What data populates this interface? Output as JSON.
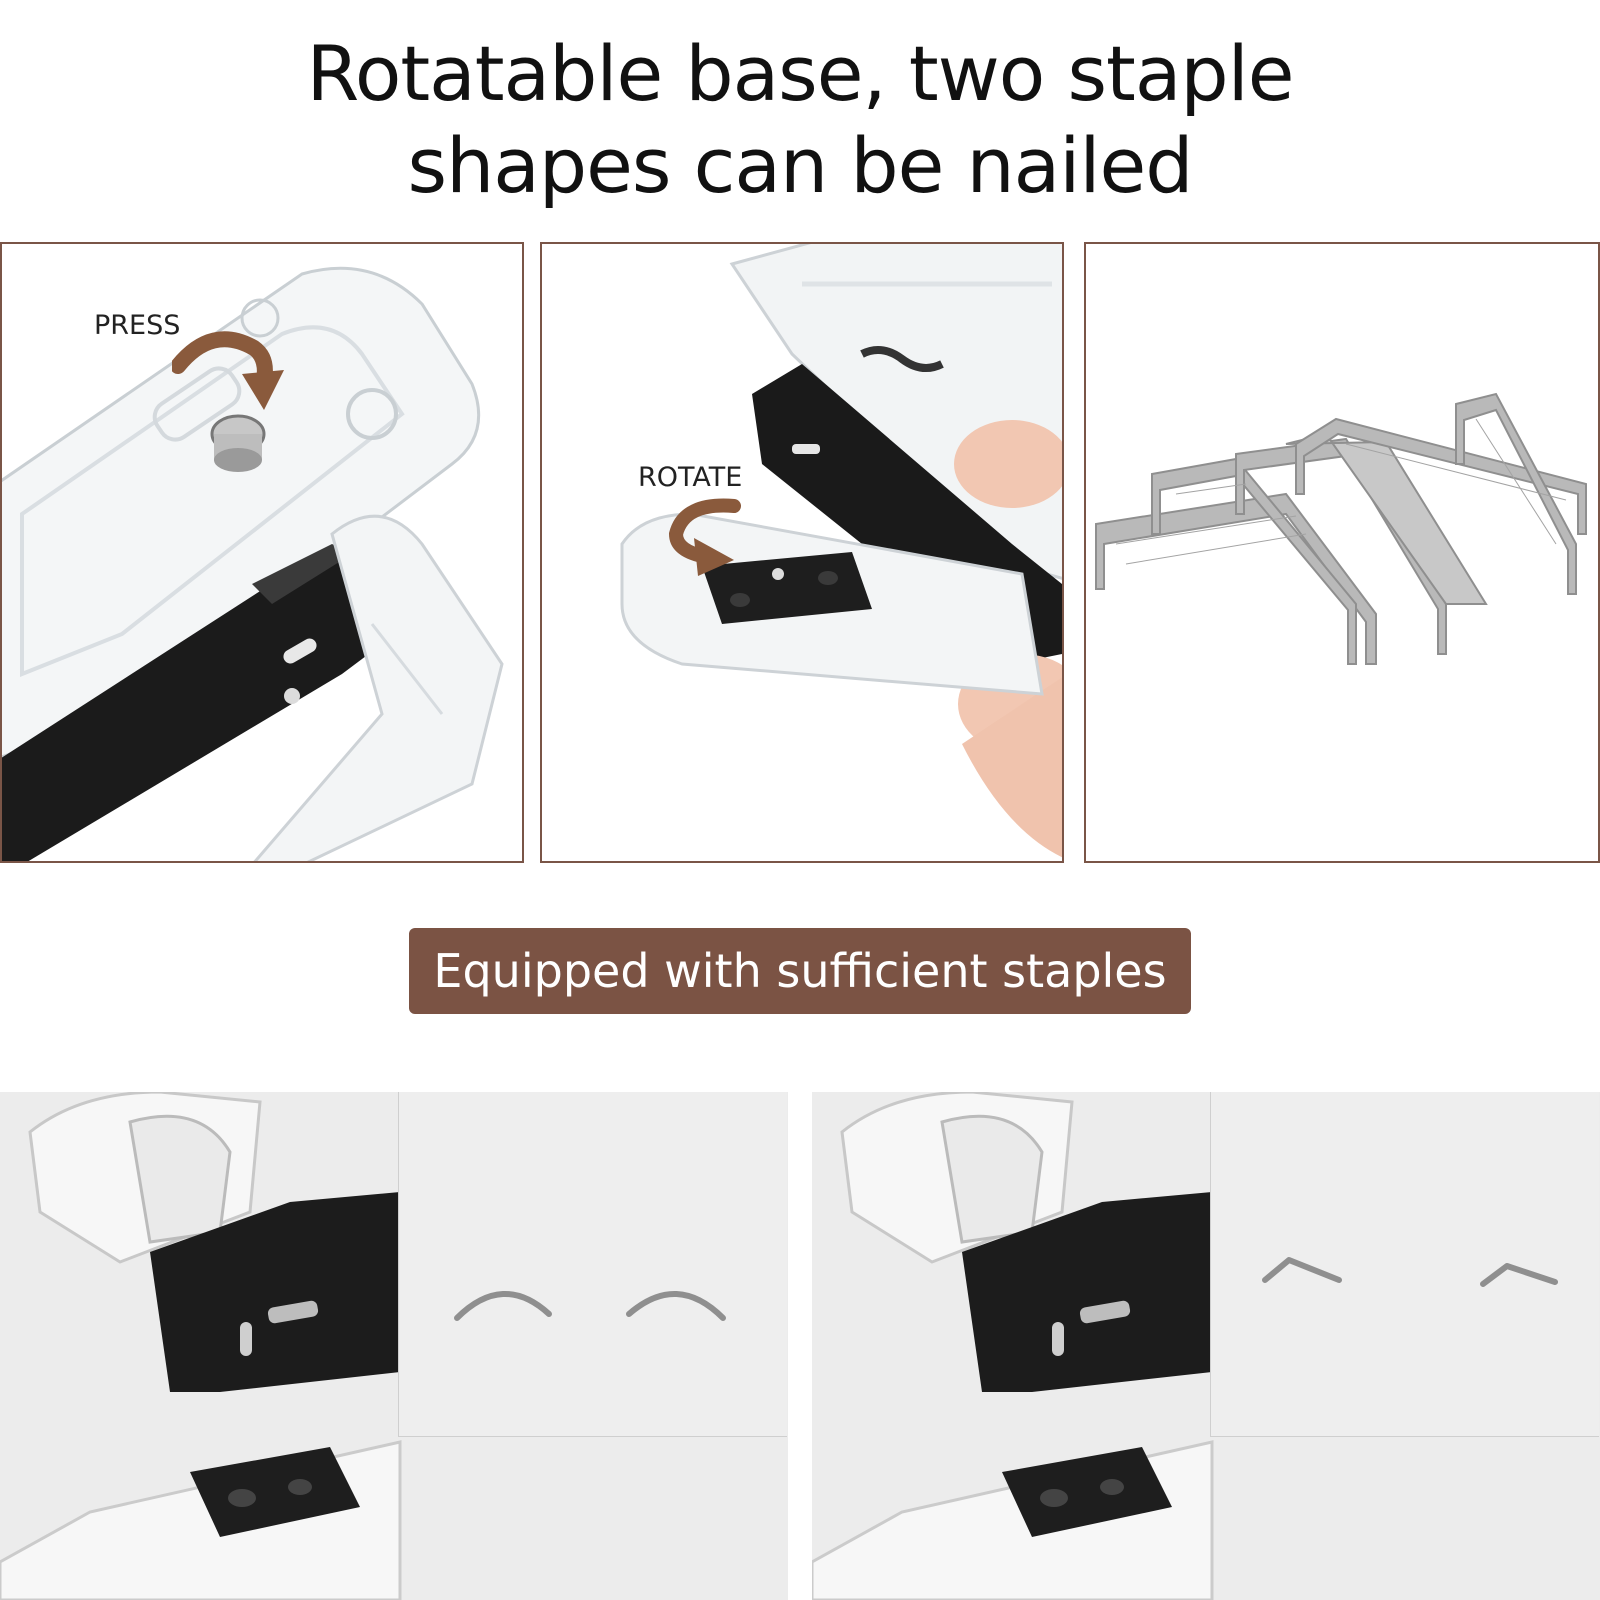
{
  "headline": {
    "line1": "Rotatable base, two staple",
    "line2": "shapes can be nailed"
  },
  "panels": [
    {
      "callout": "PRESS",
      "arrow_icon": "curved-arrow-icon"
    },
    {
      "callout": "ROTATE",
      "arrow_icon": "curved-arrow-icon"
    },
    {
      "callout": ""
    }
  ],
  "banner": {
    "label": "Equipped with sufficient staples"
  },
  "colors": {
    "accent_brown": "#7b5344",
    "panel_border": "#7a5547",
    "metal_black": "#1a1a1a"
  }
}
